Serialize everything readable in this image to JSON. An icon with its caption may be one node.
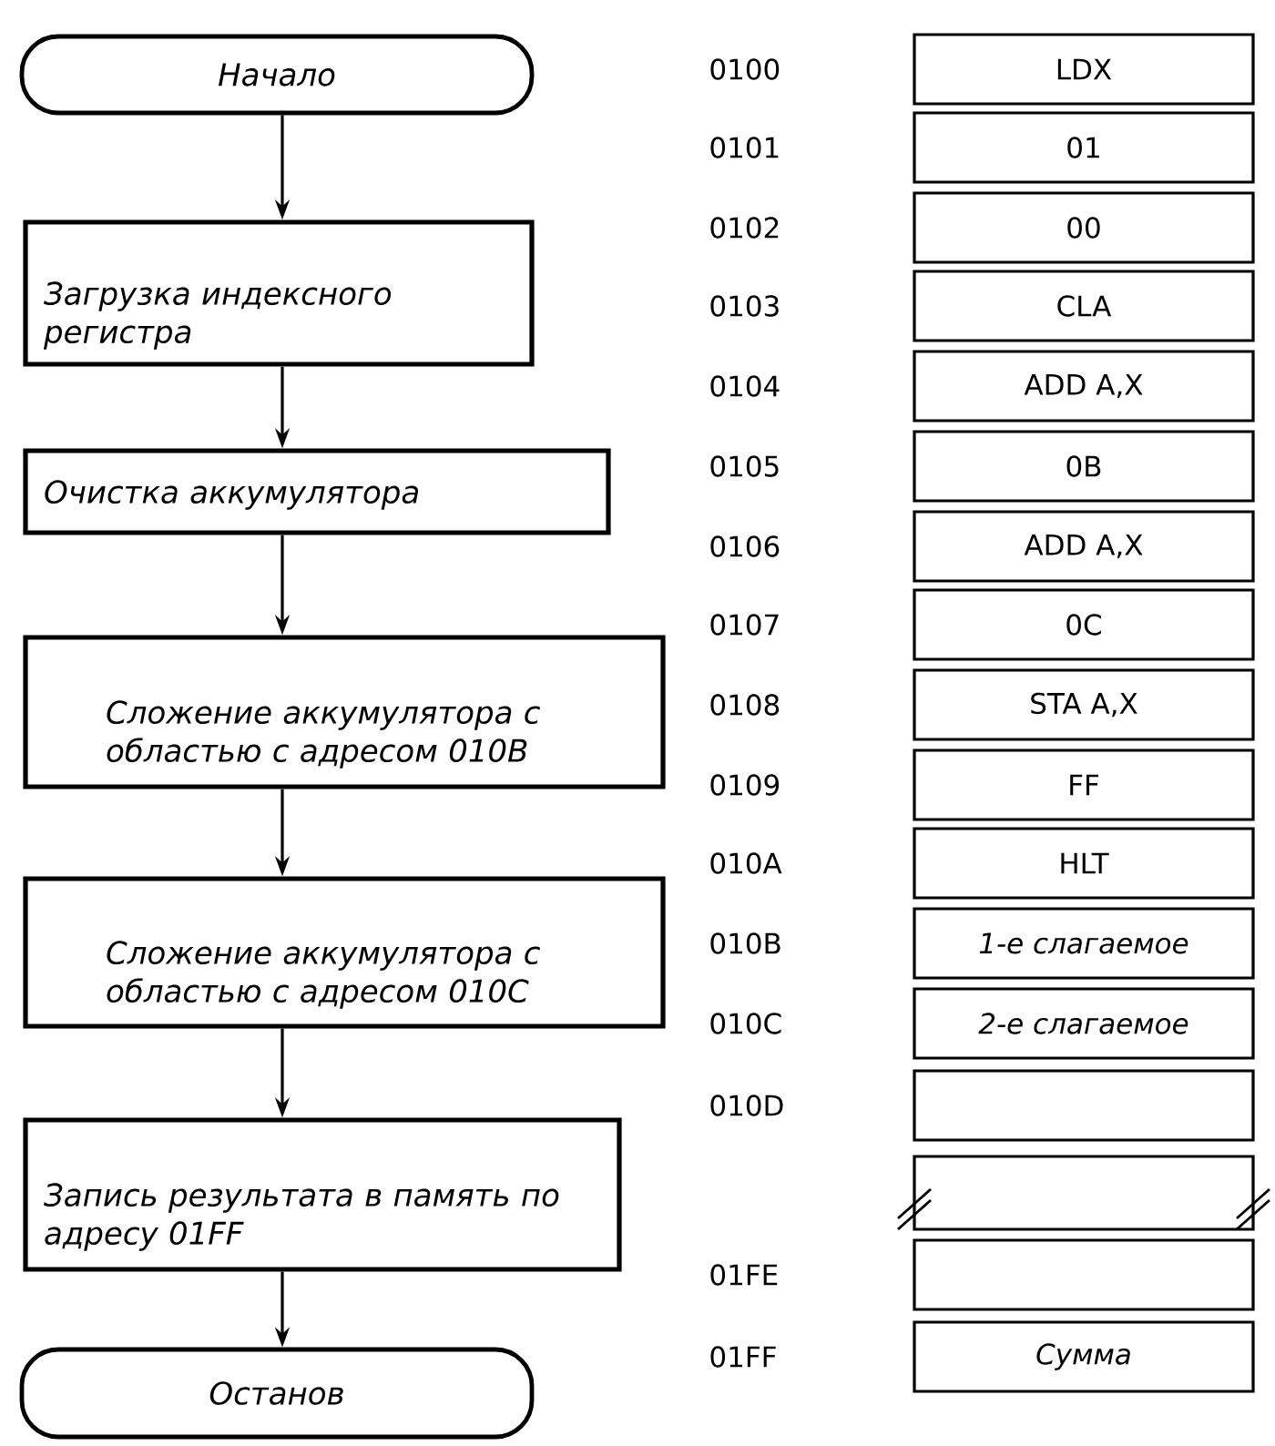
{
  "diagram": {
    "nodes": [
      {
        "text": [
          "Начало"
        ]
      },
      {
        "text": [
          "Загрузка индексного регистра"
        ]
      },
      {
        "text": [
          "Очистка аккумулятора"
        ]
      },
      {
        "text": [
          "Сложение аккумулятора с областью с адресом 010B"
        ]
      },
      {
        "text": [
          "Сложение аккумулятора с областью с адресом 010C"
        ]
      },
      {
        "text": [
          "Запись результата в память по адресу 01FF"
        ]
      },
      {
        "text": [
          "Останов"
        ]
      },
      {
        "text": [
          "LDX"
        ]
      },
      {
        "text": [
          "01"
        ]
      },
      {
        "text": [
          "00"
        ]
      },
      {
        "text": [
          "CLA"
        ]
      },
      {
        "text": [
          "ADD A,X"
        ]
      },
      {
        "text": [
          "0B"
        ]
      },
      {
        "text": [
          "ADD A,X"
        ]
      },
      {
        "text": [
          "0C"
        ]
      },
      {
        "text": [
          "STA A,X"
        ]
      },
      {
        "text": [
          "FF"
        ]
      },
      {
        "text": [
          "HLT"
        ]
      },
      {
        "text": [
          "1-е слагаемое"
        ]
      },
      {
        "text": [
          "2-е слагаемое"
        ]
      },
      {
        "text": [],
        "shape": "box"
      },
      {
        "text": [],
        "shape": "box"
      },
      {
        "text": [],
        "shape": "box"
      },
      {
        "text": [
          "Сумма"
        ]
      }
    ],
    "edges": [
      {
        "from": 0,
        "to": 1,
        "arrow": "to"
      },
      {
        "from": 1,
        "to": 2,
        "arrow": "to"
      },
      {
        "from": 2,
        "to": 3,
        "arrow": "to"
      },
      {
        "from": 3,
        "to": 4,
        "arrow": "to"
      },
      {
        "from": 4,
        "to": 5,
        "arrow": "to"
      },
      {
        "from": 5,
        "to": 6,
        "arrow": "to"
      }
    ],
    "labels": [
      "0100",
      "0101",
      "0102",
      "0103",
      "0104",
      "0105",
      "0106",
      "0107",
      "0108",
      "0109",
      "010A",
      "010B",
      "010C",
      "010D",
      "01FE",
      "01FF"
    ]
  }
}
